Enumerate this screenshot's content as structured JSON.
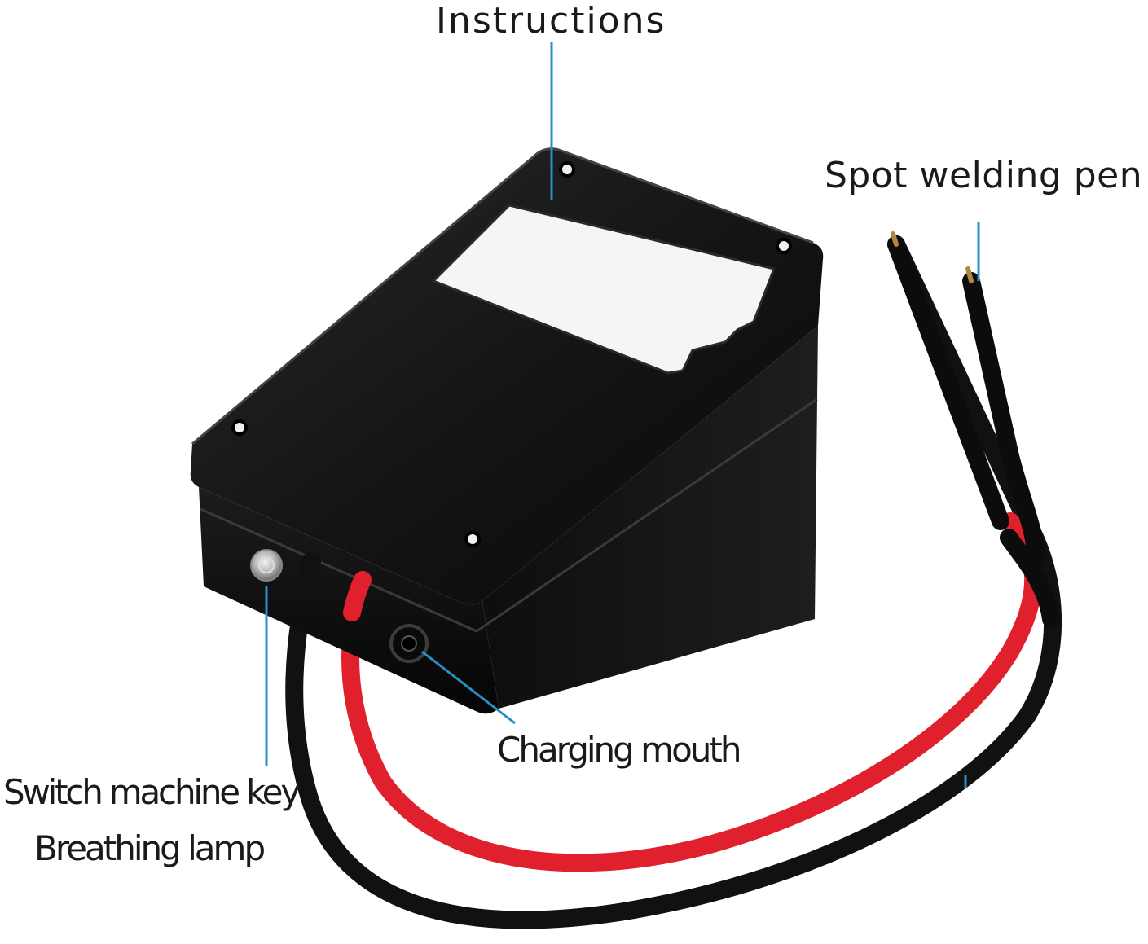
{
  "labels": {
    "instructions": "Instructions",
    "spot_welding_pen": "Spot welding pen",
    "charging_mouth": "Charging mouth",
    "switch_machine_key": "Switch machine key",
    "breathing_lamp": "Breathing lamp"
  },
  "colors": {
    "leader_line": "#2a8fc7",
    "body": "#0d0d0d",
    "red_wire": "#e0202c",
    "black_wire": "#111111",
    "label_panel": "#f4f4f4"
  }
}
